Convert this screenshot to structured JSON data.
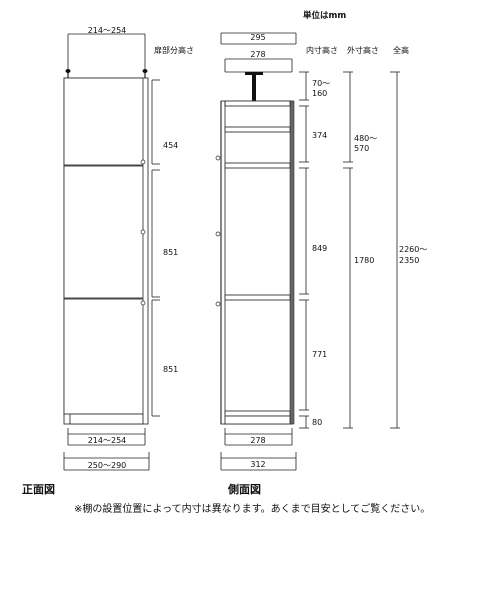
{
  "header": {
    "unit": "単位はmm",
    "door_height": "扉部分高さ",
    "inner_height": "内寸高さ",
    "outer_height": "外寸高さ",
    "total_height": "全高"
  },
  "front": {
    "top_width": "214～254",
    "door_heights": [
      "454",
      "851",
      "851"
    ],
    "inner_width": "214～254",
    "outer_width": "250～290",
    "caption": "正面図"
  },
  "side": {
    "top_depth": "295",
    "inner_depth_top": "278",
    "inner_heights": [
      "70～\n160",
      "374",
      "849",
      "771",
      "80"
    ],
    "outer_heights": [
      "480～\n570",
      "1780"
    ],
    "total": "2260～\n2350",
    "inner_depth_bottom": "278",
    "outer_depth": "312",
    "caption": "側面図"
  },
  "note": "※棚の設置位置によって内寸は異なります。あくまで目安としてご覧ください。",
  "colors": {
    "line": "#222222",
    "panel_shadow": "#444444"
  }
}
